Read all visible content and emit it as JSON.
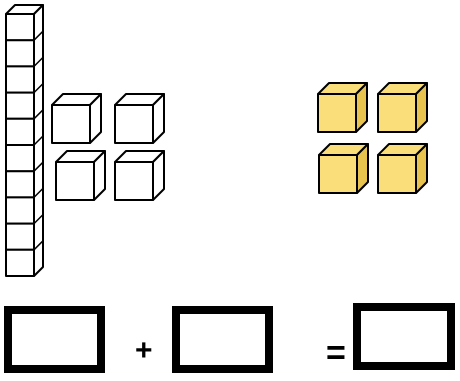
{
  "tens_rod": {
    "unit_count": 10,
    "fill": "#ffffff",
    "stroke": "#000000"
  },
  "ones_white": {
    "count": 4,
    "fill": "#ffffff",
    "top_fill": "#ffffff",
    "side_fill": "#ffffff",
    "stroke": "#000000"
  },
  "ones_yellow": {
    "count": 4,
    "fill": "#f9de7a",
    "top_fill": "#f9de7a",
    "side_fill": "#e8c44e",
    "stroke": "#000000"
  },
  "equation": {
    "plus": "+",
    "equals": "="
  }
}
